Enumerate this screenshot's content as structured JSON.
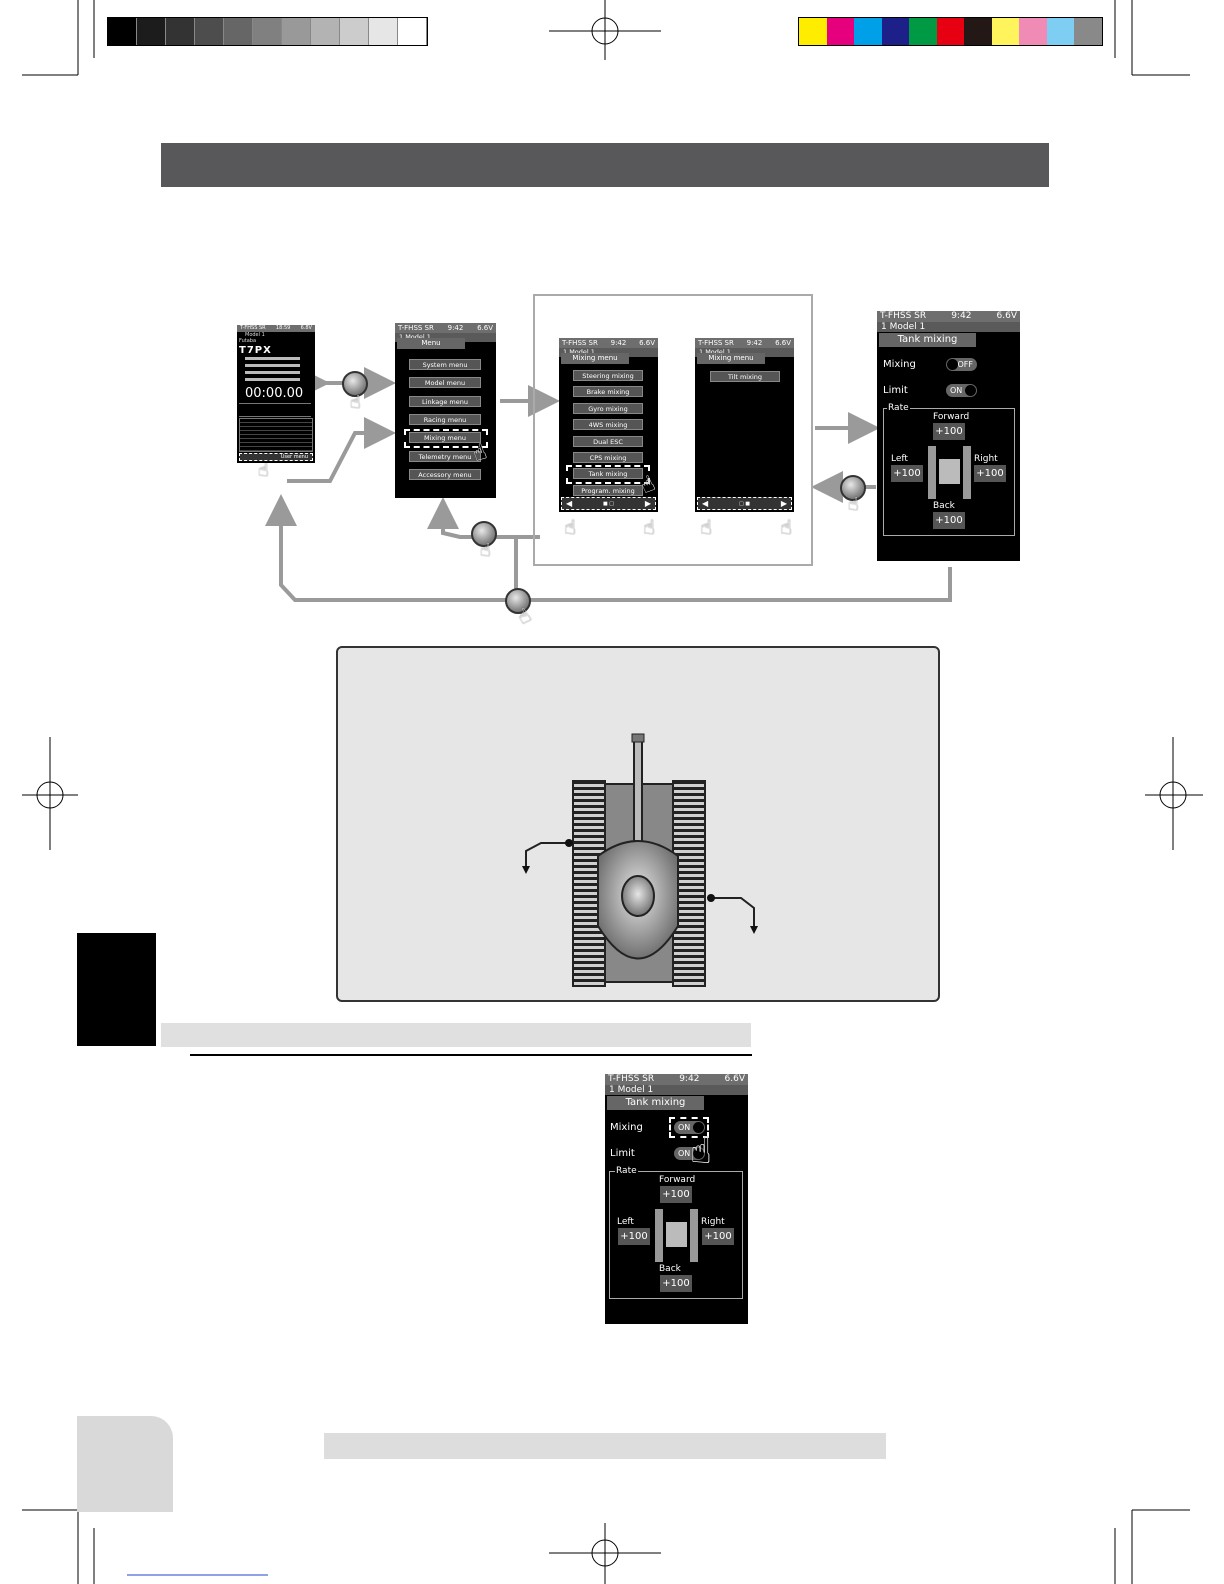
{
  "colors": {
    "header_bar": "#58585a",
    "sidebar_tab": "#000000",
    "subsection_bar": "#e0e0e0",
    "diagram_bg": "#e6e6e6",
    "arrow_gray": "#9a9a9a",
    "color_strip": [
      "#ffed00",
      "#e6007e",
      "#00a0e9",
      "#1d2088",
      "#009944",
      "#e60012",
      "#231815",
      "#fff45c",
      "#f08bb5",
      "#7ecef4",
      "#898989"
    ],
    "gray_strip": [
      "#000000",
      "#1c1c1c",
      "#333333",
      "#4d4d4d",
      "#666666",
      "#808080",
      "#999999",
      "#b3b3b3",
      "#cccccc",
      "#e6e6e6",
      "#ffffff"
    ]
  },
  "home_screen": {
    "status": "T-FHSS SR",
    "time": "18:59",
    "battery": "6.8V",
    "model": "Model 1",
    "brand": "Futaba",
    "product": "T7PX",
    "timer": "00:00.00",
    "user_menu": "User menu"
  },
  "menu_screen": {
    "status": "T-FHSS SR",
    "time": "9:42",
    "battery": "6.6V",
    "model": "1  Model 1",
    "title": "Menu",
    "items": [
      "System menu",
      "Model menu",
      "Linkage menu",
      "Racing menu",
      "Mixing menu",
      "Telemetry menu",
      "Accessory menu"
    ]
  },
  "mixing_screen_1": {
    "status": "T-FHSS SR",
    "time": "9:42",
    "battery": "6.6V",
    "model": "1  Model 1",
    "title": "Mixing menu",
    "items": [
      "Steering mixing",
      "Brake mixing",
      "Gyro mixing",
      "4WS mixing",
      "Dual ESC",
      "CPS mixing",
      "Tank mixing",
      "Program. mixing"
    ]
  },
  "mixing_screen_2": {
    "status": "T-FHSS SR",
    "time": "9:42",
    "battery": "6.6V",
    "model": "1  Model 1",
    "title": "Mixing menu",
    "items": [
      "Tilt mixing"
    ]
  },
  "tank_screen_top": {
    "status": "T-FHSS SR",
    "time": "9:42",
    "battery": "6.6V",
    "model": "1    Model 1",
    "title": "Tank mixing",
    "mixing_label": "Mixing",
    "mixing_value": "OFF",
    "limit_label": "Limit",
    "limit_value": "ON",
    "rate_label": "Rate",
    "forward_label": "Forward",
    "forward_value": "+100",
    "left_label": "Left",
    "left_value": "+100",
    "right_label": "Right",
    "right_value": "+100",
    "back_label": "Back",
    "back_value": "+100"
  },
  "tank_screen_bottom": {
    "status": "T-FHSS SR",
    "time": "9:42",
    "battery": "6.6V",
    "model": "1    Model 1",
    "title": "Tank mixing",
    "mixing_label": "Mixing",
    "mixing_value": "ON",
    "limit_label": "Limit",
    "limit_value": "ON",
    "rate_label": "Rate",
    "forward_label": "Forward",
    "forward_value": "+100",
    "left_label": "Left",
    "left_value": "+100",
    "right_label": "Right",
    "right_value": "+100",
    "back_label": "Back",
    "back_value": "+100"
  }
}
